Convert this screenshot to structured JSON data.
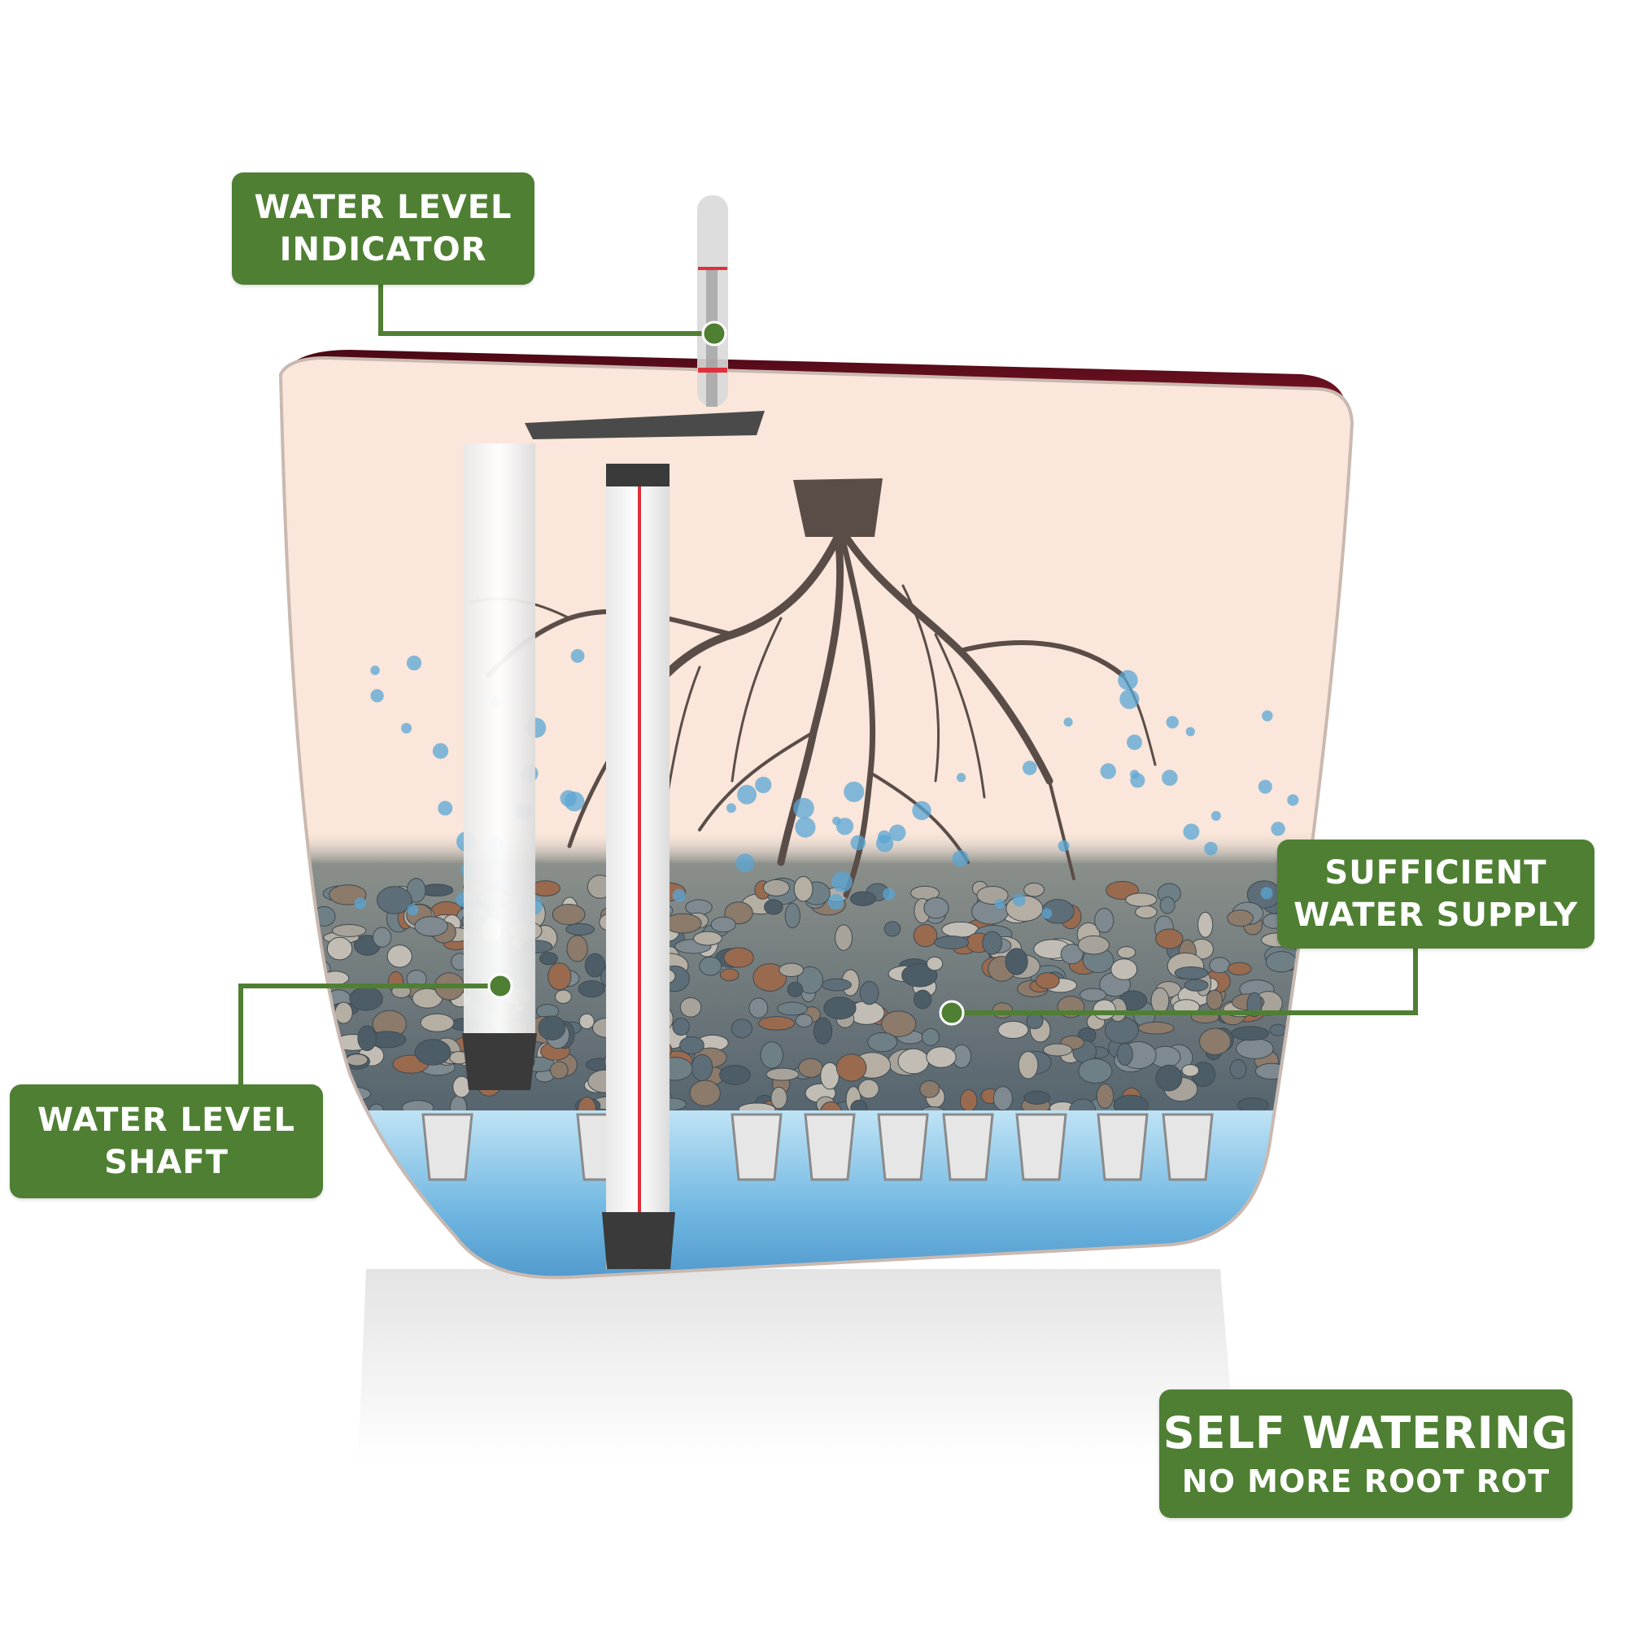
{
  "labels": {
    "water_level_indicator": {
      "line1": "WATER LEVEL",
      "line2": "INDICATOR"
    },
    "water_level_shaft": {
      "line1": "WATER LEVEL",
      "line2": "SHAFT"
    },
    "sufficient_water_supply": {
      "line1": "SUFFICIENT",
      "line2": "WATER SUPPLY"
    },
    "self_watering": {
      "line1": "SELF WATERING",
      "line2": "NO MORE ROOT ROT"
    }
  },
  "colors": {
    "label_green": "#4f7f33",
    "pot_interior": "#6b0f1f",
    "pot_body": "#fae6da",
    "water": "#5aa6d4",
    "stones": "#6f7f86",
    "roots": "#5a4d48",
    "indicator_mark": "#e0303a"
  }
}
